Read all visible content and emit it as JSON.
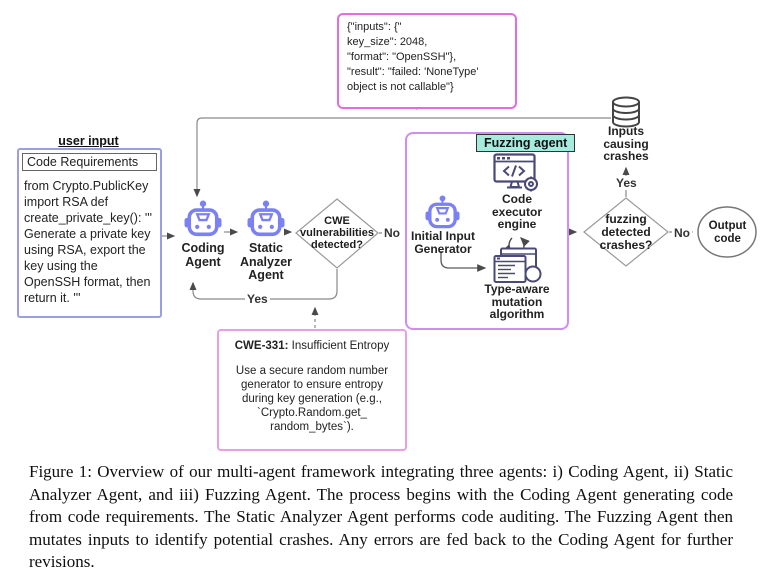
{
  "error_note": {
    "text": "{\"inputs\": {\"\nkey_size\": 2048,\n\"format\": \"OpenSSH\"},\n\"result\": \"failed: 'NoneType'\nobject is not callable\"}"
  },
  "user_input": {
    "label": "user input",
    "header": "Code Requirements",
    "code": "from Crypto.PublicKey\nimport RSA def\ncreate_private_key(): '''\nGenerate a private key\nusing RSA, export the\nkey using the\nOpenSSH format, then\nreturn it. '''"
  },
  "coding_agent": {
    "label": "Coding\nAgent"
  },
  "static_agent": {
    "label": "Static\nAnalyzer\nAgent"
  },
  "cwe_diamond": {
    "label": "CWE\nvulnerabilities\ndetected?",
    "no": "No",
    "yes": "Yes"
  },
  "fuzzing": {
    "title": "Fuzzing agent",
    "executor_label": "Code\nexecutor\nengine",
    "generator_label": "Initial Input\nGenerator",
    "mutation_label": "Type-aware\nmutation\nalgorithm"
  },
  "crash_store": {
    "label": "Inputs\ncausing\ncrashes"
  },
  "crash_diamond": {
    "label": "fuzzing\ndetected\ncrashes?",
    "yes": "Yes",
    "no": "No"
  },
  "output_node": {
    "label": "Output\ncode"
  },
  "cwe_note": {
    "heading_bold": "CWE-331:",
    "heading_rest": " Insufficient Entropy",
    "body": "Use a secure random number\ngenerator to ensure entropy\nduring key generation (e.g.,\n`Crypto.Random.get_\nrandom_bytes`)."
  },
  "caption": "Figure 1: Overview of our multi-agent framework integrating three agents: i) Coding Agent, ii) Static Analyzer Agent, and iii) Fuzzing Agent. The process begins with the Coding Agent generating code from code requirements. The Static Analyzer Agent performs code auditing. The Fuzzing Agent then mutates inputs to identify potential crashes. Any errors are fed back to the Coding Agent for further revisions.",
  "colors": {
    "robot": "#7b80f2",
    "icon_ink": "#4a4a78",
    "magenta_note": "#e06ede",
    "magenta_fuzz": "#cf8df2",
    "magenta_cwe": "#e79fe7",
    "user_box": "#9a9ee2",
    "fuzz_label_bg": "#a5ecdf",
    "line": "#8a8a8a"
  }
}
